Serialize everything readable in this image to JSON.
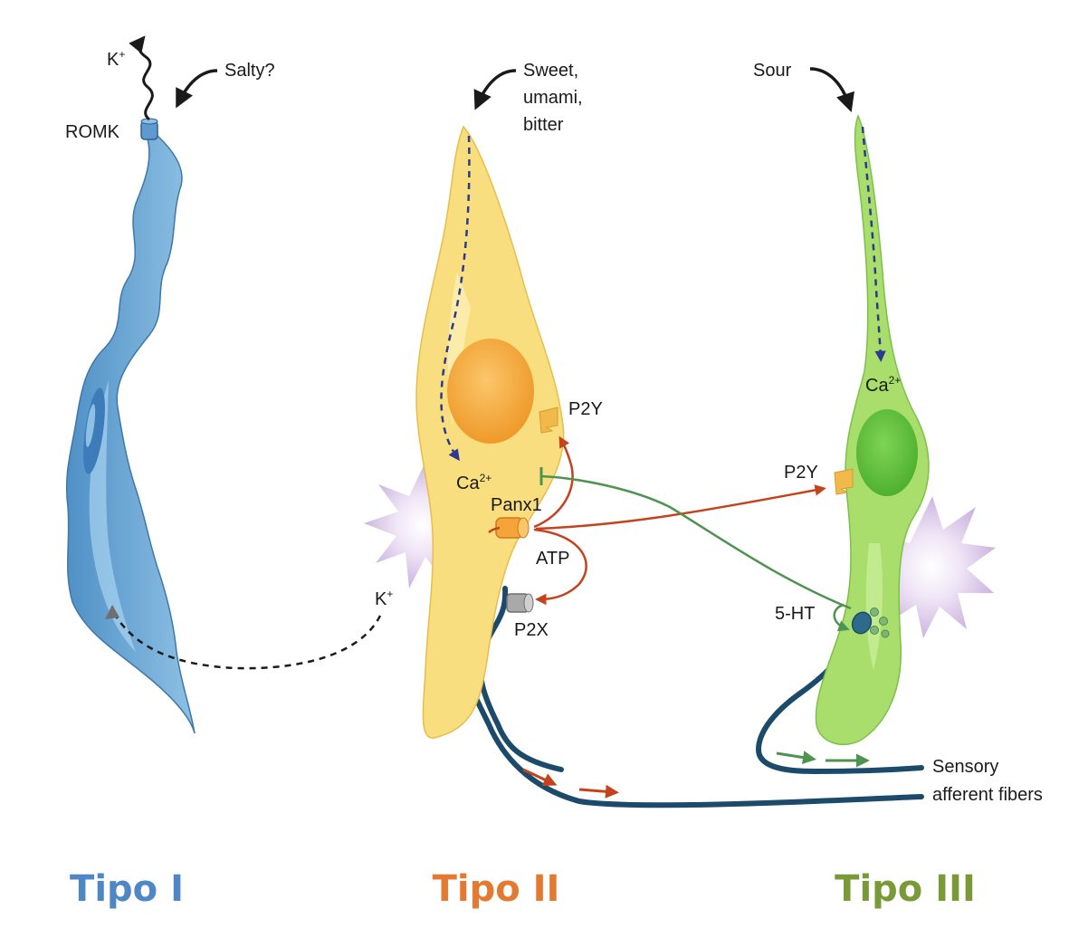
{
  "colors": {
    "type1": "#4f86c6",
    "type2": "#e47a32",
    "type3": "#7a9a3a",
    "cell1_fill": "#6aa8d6",
    "cell2_fill": "#f8de7e",
    "cell3_fill": "#a9de6c",
    "nerve": "#1c4a6a",
    "atp_arrow": "#c4431c",
    "serotonin_arrow": "#4f9350",
    "calcium_arrow": "#2b3a8e"
  },
  "cells": {
    "type1": {
      "title": "Tipo I",
      "channel_label": "ROMK",
      "ion_label": "K",
      "ion_charge": "+",
      "stimulus_label": "Salty?"
    },
    "type2": {
      "title": "Tipo II",
      "stimulus_lines": [
        "Sweet,",
        "umami,",
        "bitter"
      ],
      "calcium_label": "Ca",
      "calcium_charge": "2+",
      "p2y_label": "P2Y",
      "panx1_label": "Panx1",
      "atp_label": "ATP",
      "p2x_label": "P2X",
      "ion_label": "K",
      "ion_charge": "+"
    },
    "type3": {
      "title": "Tipo III",
      "stimulus_label": "Sour",
      "calcium_label": "Ca",
      "calcium_charge": "2+",
      "p2y_label": "P2Y",
      "serotonin_label": "5-HT"
    }
  },
  "fibers_label_lines": [
    "Sensory",
    "afferent fibers"
  ]
}
